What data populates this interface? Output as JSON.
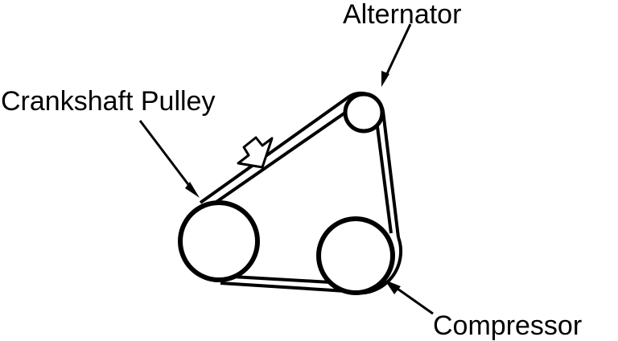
{
  "labels": {
    "alternator": "Alternator",
    "crankshaft_pulley": "Crankshaft Pulley",
    "compressor": "Compressor"
  },
  "colors": {
    "ink": "#000000",
    "paper": "#ffffff"
  }
}
